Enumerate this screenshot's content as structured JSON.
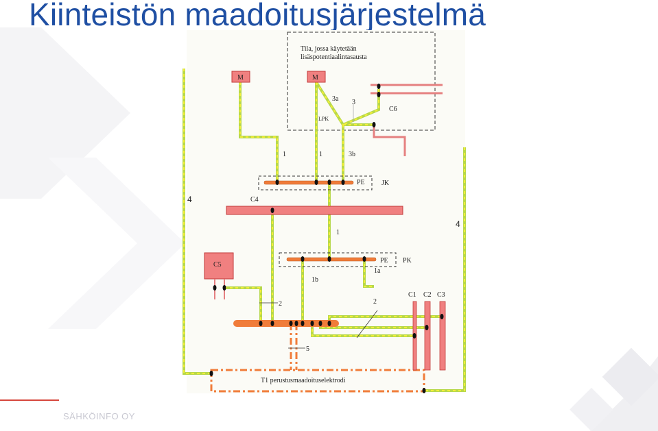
{
  "title": "Kiinteistön maadoitusjärjestelmä",
  "footer": "SÄHKÖINFO OY",
  "colors": {
    "title": "#1f4fa3",
    "conductor_green": "#b7d84b",
    "conductor_yellow": "#f3ee3a",
    "bar": "#f07c3a",
    "equipment": "#f08080",
    "equipment_stroke": "#c23a3a"
  },
  "diagram": {
    "room_label_1": "Tila, jossa käytetään",
    "room_label_2": "lisäspotentiaalintasausta",
    "m1": "M",
    "m2": "M",
    "lpk": "LPK",
    "l3a": "3a",
    "l3": "3",
    "c6": "C6",
    "l1a": "1",
    "l1b": "1",
    "l3b": "3b",
    "pe_top": "PE",
    "jk": "JK",
    "four_left": "4",
    "c4": "C4",
    "four_right": "4",
    "l1_mid": "1",
    "c5": "C5",
    "pe_mid": "PE",
    "pk": "PK",
    "l1b_mid": "1b",
    "l1a_mid": "1a",
    "two_left": "2",
    "two_right": "2",
    "c1": "C1",
    "c2": "C2",
    "c3": "C3",
    "five": "5",
    "t1": "T1 perustusmaadoituselektrodi"
  }
}
